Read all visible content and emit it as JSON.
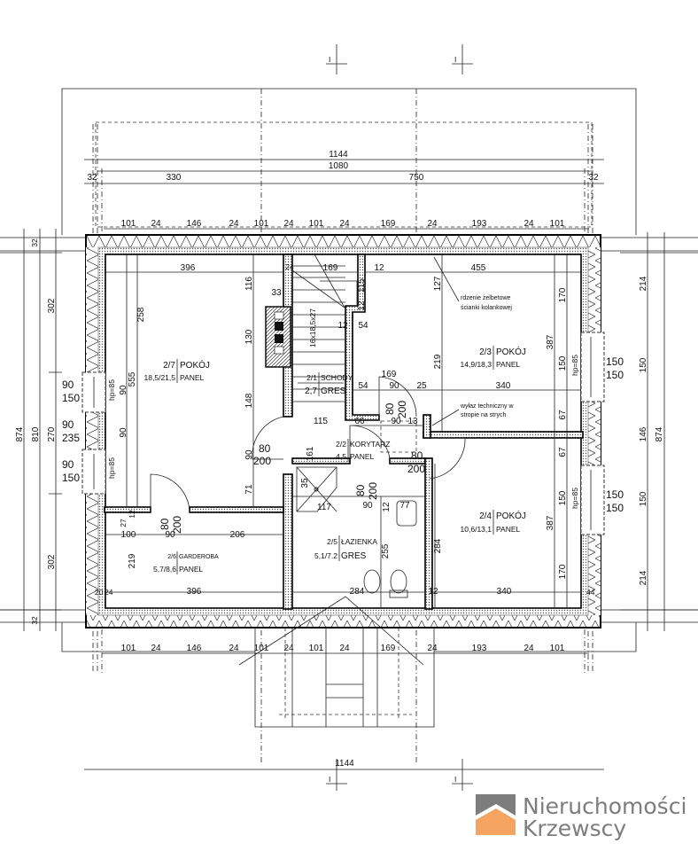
{
  "plan": {
    "section_markers": [
      "I",
      "I"
    ],
    "top_dims": {
      "overall": "1144",
      "inner": "1080",
      "left_eave": "32",
      "left_seg": "330",
      "right_seg": "750",
      "right_eave": "32"
    },
    "facade_dims": [
      "101",
      "24",
      "146",
      "24",
      "101",
      "24",
      "101",
      "24",
      "169",
      "24",
      "193",
      "24",
      "101"
    ],
    "bottom_total": "1144",
    "left_dims": {
      "total": "874",
      "mid": "810",
      "seg_top": "302",
      "seg_mid": "270",
      "seg_bottom": "302",
      "eave_top": "32",
      "eave_bottom": "32"
    },
    "left_windows": [
      [
        "90",
        "150"
      ],
      [
        "90",
        "235"
      ],
      [
        "90",
        "150"
      ]
    ],
    "right_dims": {
      "total": "874",
      "segs": [
        "214",
        "150",
        "146",
        "150",
        "214"
      ]
    },
    "right_windows": [
      [
        "150",
        "150"
      ],
      [
        "150",
        "150"
      ]
    ],
    "window_sill": "hp=85",
    "rooms": [
      {
        "no": "2/7",
        "name": "POKÓJ",
        "area": "18,5/21,5",
        "floor": "PANEL"
      },
      {
        "no": "2/1",
        "name": "SCHODY",
        "area": "2,7",
        "floor": "GRES"
      },
      {
        "no": "2/3",
        "name": "POKÓJ",
        "area": "14,9/18,3",
        "floor": "PANEL"
      },
      {
        "no": "2/2",
        "name": "KORYTARZ",
        "area": "4,5",
        "floor": "PANEL"
      },
      {
        "no": "2/4",
        "name": "POKÓJ",
        "area": "10,6/13,1",
        "floor": "PANEL"
      },
      {
        "no": "2/5",
        "name": "ŁAZIENKA",
        "area": "5,1/7.2",
        "floor": "GRES"
      },
      {
        "no": "2/6",
        "name": "GARDEROBA",
        "area": "5,7/8,6",
        "floor": "PANEL"
      }
    ],
    "inner_dims": [
      "396",
      "24",
      "169",
      "12",
      "455",
      "116",
      "33",
      "130",
      "148",
      "90",
      "71",
      "258",
      "555",
      "16x18,5x27",
      "115",
      "12",
      "12",
      "54",
      "127",
      "219",
      "387",
      "170",
      "150",
      "67",
      "67",
      "150",
      "387",
      "170",
      "169",
      "54",
      "90",
      "25",
      "340",
      "115",
      "66",
      "90",
      "13",
      "161",
      "35",
      "117",
      "90",
      "12",
      "77",
      "100",
      "90",
      "206",
      "219",
      "255",
      "284",
      "396",
      "284",
      "12",
      "340",
      "27",
      "12",
      "90",
      "90",
      "20",
      "24",
      "44"
    ],
    "door": {
      "w": "80",
      "h": "200"
    },
    "notes": {
      "core_1": "rdzenie żelbetowe",
      "core_2": "ścianki kolankowej",
      "hatch_1": "wyłaz techniczny w",
      "hatch_2": "stropie na strych"
    }
  },
  "logo": {
    "line1": "Nieruchomości",
    "line2": "Krzewscy",
    "gray": "#7d7d7d",
    "orange": "#f4a460"
  }
}
